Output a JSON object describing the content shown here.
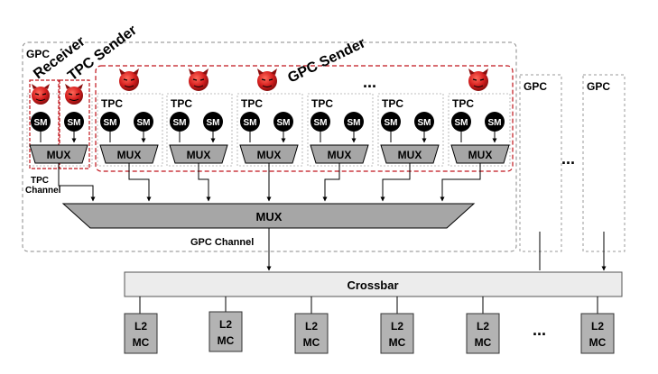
{
  "labels": {
    "gpc_main": "GPC",
    "receiver": "Receiver",
    "tpc_sender": "TPC Sender",
    "gpc_sender": "GPC Sender",
    "tpc": "TPC",
    "sm": "SM",
    "mux": "MUX",
    "tpc_channel_1": "TPC",
    "tpc_channel_2": "Channel",
    "big_mux": "MUX",
    "gpc_channel": "GPC Channel",
    "gpc_right_1": "GPC",
    "gpc_right_2": "GPC",
    "crossbar": "Crossbar",
    "l2": "L2",
    "mc": "MC",
    "ellipsis_tpc": "...",
    "ellipsis_gpc": "...",
    "ellipsis_l2": "..."
  },
  "colors": {
    "attacker_red": "#c0141c",
    "mux_gray": "#a6a6a6",
    "crossbar_fill": "#ececec",
    "l2_fill": "#b3b3b3",
    "sm_fill": "#000000"
  },
  "icons": {
    "attacker": "devil-face-icon"
  }
}
